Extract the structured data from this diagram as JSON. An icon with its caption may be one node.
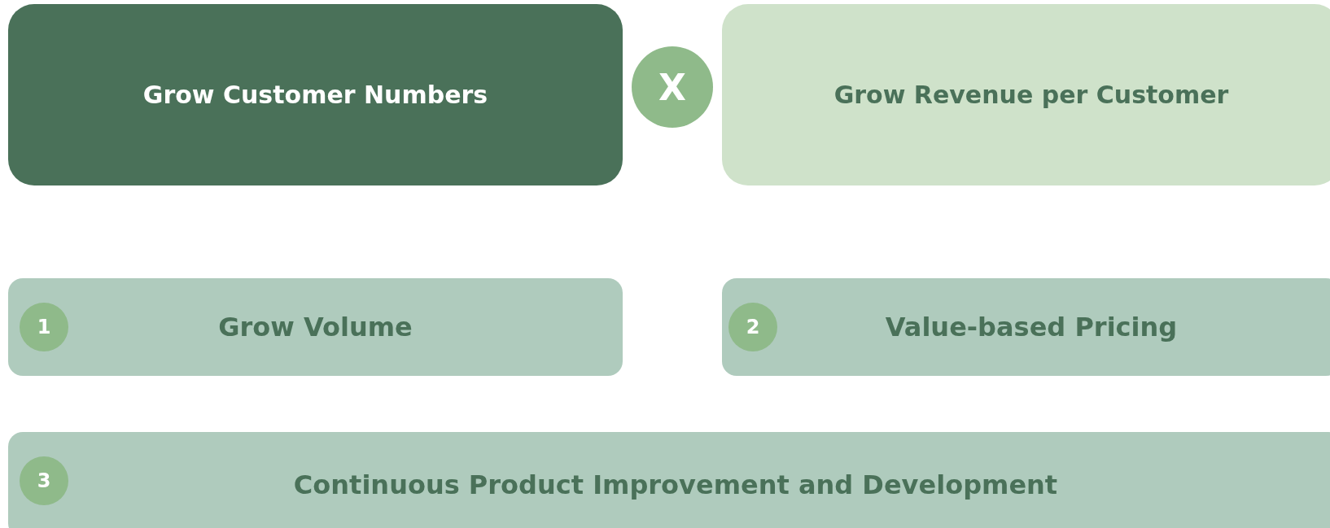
{
  "diagram": {
    "nodes": [
      {
        "text": [
          "Grow Customer Numbers"
        ]
      },
      {
        "text": [
          "X"
        ]
      },
      {
        "text": [
          "Grow Revenue per Customer"
        ]
      },
      {
        "text": [
          "Grow Volume"
        ]
      },
      {
        "text": [
          "1"
        ],
        "in": 3
      },
      {
        "text": [
          "Value-based Pricing"
        ]
      },
      {
        "text": [
          "2"
        ],
        "in": 5
      },
      {
        "text": [
          "Continuous Product Improvement and Development"
        ]
      },
      {
        "text": [
          "3"
        ],
        "in": 7
      }
    ]
  }
}
